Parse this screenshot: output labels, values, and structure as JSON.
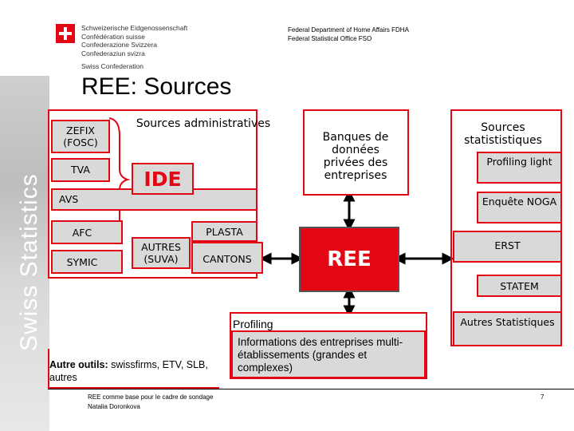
{
  "header": {
    "confederation_lines": [
      "Schweizerische Eidgenossenschaft",
      "Confédération suisse",
      "Confederazione Svizzera",
      "Confederaziun svizra"
    ],
    "confederation_en": "Swiss Confederation",
    "department": "Federal Department of Home Affairs FDHA",
    "office": "Federal Statistical Office FSO",
    "sidebar_brand": "Swiss Statistics"
  },
  "slide_title": "REE: Sources",
  "left_sources": {
    "zefix": "ZEFIX (FOSC)",
    "tva": "TVA",
    "avs": "AVS",
    "afc": "AFC",
    "symic": "SYMIC",
    "autres": "AUTRES (SUVA)"
  },
  "admin_label": "Sources administratives",
  "ide": "IDE",
  "plasta": "PLASTA",
  "cantons": "CANTONS",
  "banques": "Banques de données privées des entreprises",
  "ree": "REE",
  "profiling_heading": "Profiling",
  "profiling_text": "Informations des entreprises multi-établissements (grandes et complexes)",
  "autre_outils_bold": "Autre outils:",
  "autre_outils_rest": " swissfirms, ETV, SLB, autres",
  "stat_sources": {
    "heading": "Sources statististiques",
    "profiling_light": "Profiling light",
    "noga": "Enquête NOGA",
    "erst": "ERST",
    "statem": "STATEM",
    "autres_stats": "Autres Statistiques"
  },
  "footer": {
    "line1": "REE comme base pour le cadre de sondage",
    "line2": "Natalia Doronkova",
    "page": "7"
  },
  "colors": {
    "accent": "#e30613",
    "box_fill": "#d9d9d9",
    "ree_border": "#555555"
  }
}
